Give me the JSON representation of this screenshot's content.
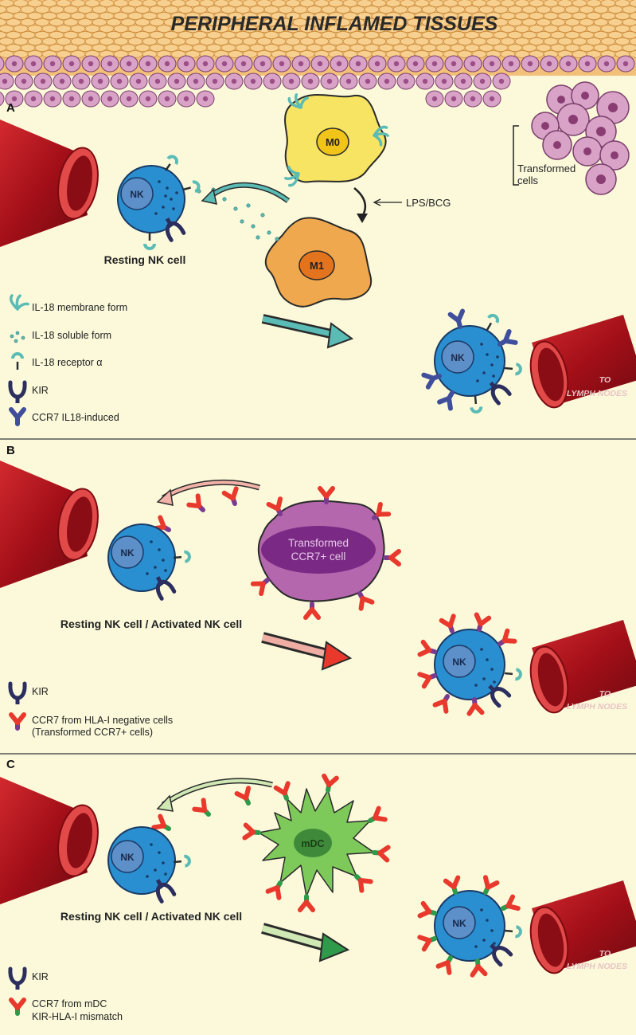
{
  "header": {
    "title": "PERIPHERAL INFLAMED TISSUES"
  },
  "panel_a": {
    "letter": "A",
    "nk_label": "NK",
    "nk_right_label": "NK",
    "m0_label": "M0",
    "m1_label": "M1",
    "stimulus_label": "LPS/BCG",
    "transformed_label_1": "Transformed",
    "transformed_label_2": "cells",
    "resting_caption": "Resting NK cell",
    "to_lymph_1": "TO",
    "to_lymph_2": "LYMPH NODES",
    "legend": [
      {
        "icon": "il18-membrane-icon",
        "text": "IL-18 membrane form"
      },
      {
        "icon": "il18-soluble-icon",
        "text": "IL-18 soluble form"
      },
      {
        "icon": "il18-receptor-icon",
        "text": "IL-18 receptor α"
      },
      {
        "icon": "kir-icon",
        "text": "KIR"
      },
      {
        "icon": "ccr7-il18-icon",
        "text": "CCR7 IL18-induced"
      }
    ]
  },
  "panel_b": {
    "letter": "B",
    "nk_label": "NK",
    "nk_right_label": "NK",
    "transformed_label_1": "Transformed",
    "transformed_label_2": "CCR7+ cell",
    "caption": "Resting NK cell / Activated NK cell",
    "to_lymph_1": "TO",
    "to_lymph_2": "LYMPH NODES",
    "legend": [
      {
        "icon": "kir-icon",
        "text": "KIR"
      },
      {
        "icon": "ccr7-transformed-icon",
        "text": "CCR7 from HLA-I negative cells"
      },
      {
        "icon": "",
        "text": "(Transformed CCR7+ cells)"
      }
    ]
  },
  "panel_c": {
    "letter": "C",
    "nk_label": "NK",
    "nk_right_label": "NK",
    "mdc_label": "mDC",
    "caption": "Resting NK cell / Activated NK cell",
    "to_lymph_1": "TO",
    "to_lymph_2": "LYMPH NODES",
    "legend": [
      {
        "icon": "kir-icon",
        "text": "KIR"
      },
      {
        "icon": "ccr7-mdc-icon",
        "text": "CCR7 from mDC"
      },
      {
        "icon": "",
        "text": "KIR-HLA-I mismatch"
      }
    ]
  },
  "colors": {
    "background": "#fbf9da",
    "nk_cell": "#2a8fd0",
    "nk_nucleus": "#5d8fc9",
    "vessel": "#b3121c",
    "receptor_teal": "#5bbbb5",
    "kir_navy": "#2b2e5e",
    "ccr7_blue": "#3f4f9c",
    "ccr7_red": "#e8392c",
    "transformed_purple": "#b467ad",
    "mdc_green": "#6fbf44",
    "m0_yellow": "#f7e463",
    "m1_orange": "#f0a84e"
  }
}
